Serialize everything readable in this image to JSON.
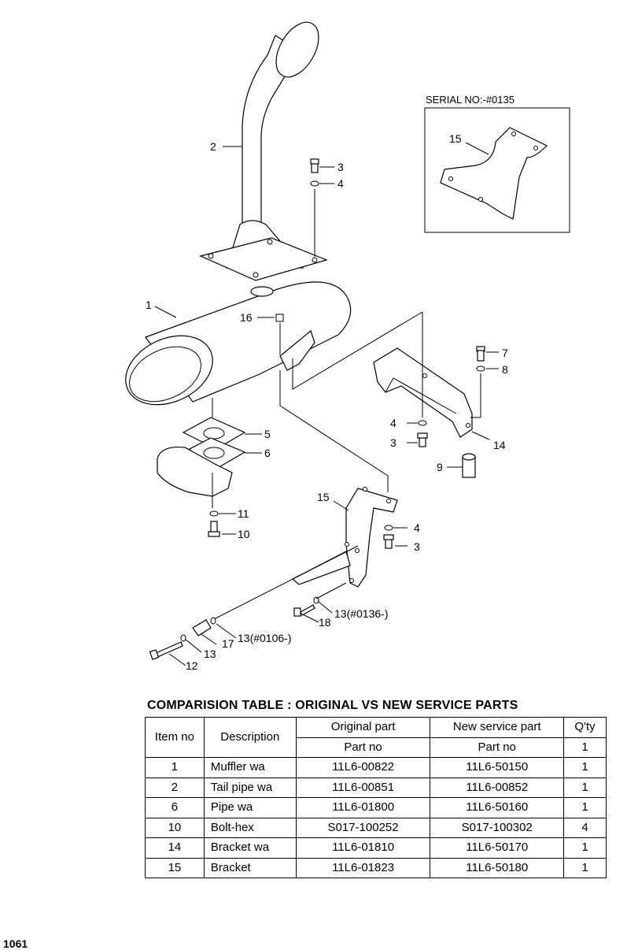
{
  "diagram": {
    "serial_label": "SERIAL NO:-#0135",
    "callouts": {
      "c1": "1",
      "c2": "2",
      "c3a": "3",
      "c4a": "4",
      "c5": "5",
      "c6": "6",
      "c7": "7",
      "c8": "8",
      "c9": "9",
      "c10": "10",
      "c11": "11",
      "c12": "12",
      "c13a": "13",
      "c13b": "13(#0106-)",
      "c13c": "13(#0136-)",
      "c14": "14",
      "c15a": "15",
      "c15b": "15",
      "c16": "16",
      "c17": "17",
      "c18": "18",
      "c3b": "3",
      "c4b": "4",
      "c3c": "3",
      "c4c": "4"
    }
  },
  "table": {
    "title": "COMPARISION TABLE : ORIGINAL VS NEW SERVICE PARTS",
    "headers": {
      "item_no": "Item no",
      "description": "Description",
      "original_part": "Original part",
      "new_service_part": "New service part",
      "qty": "Q'ty",
      "original_part_no": "Part no",
      "new_part_no": "Part no",
      "qty_sub": "1"
    },
    "rows": [
      {
        "item": "1",
        "desc": "Muffler wa",
        "orig": "11L6-00822",
        "new": "11L6-50150",
        "qty": "1"
      },
      {
        "item": "2",
        "desc": "Tail pipe wa",
        "orig": "11L6-00851",
        "new": "11L6-00852",
        "qty": "1"
      },
      {
        "item": "6",
        "desc": "Pipe wa",
        "orig": "11L6-01800",
        "new": "11L6-50160",
        "qty": "1"
      },
      {
        "item": "10",
        "desc": "Bolt-hex",
        "orig": "S017-100252",
        "new": "S017-100302",
        "qty": "4"
      },
      {
        "item": "14",
        "desc": "Bracket wa",
        "orig": "11L6-01810",
        "new": "11L6-50170",
        "qty": "1"
      },
      {
        "item": "15",
        "desc": "Bracket",
        "orig": "11L6-01823",
        "new": "11L6-50180",
        "qty": "1"
      }
    ]
  },
  "page_number": "1061"
}
